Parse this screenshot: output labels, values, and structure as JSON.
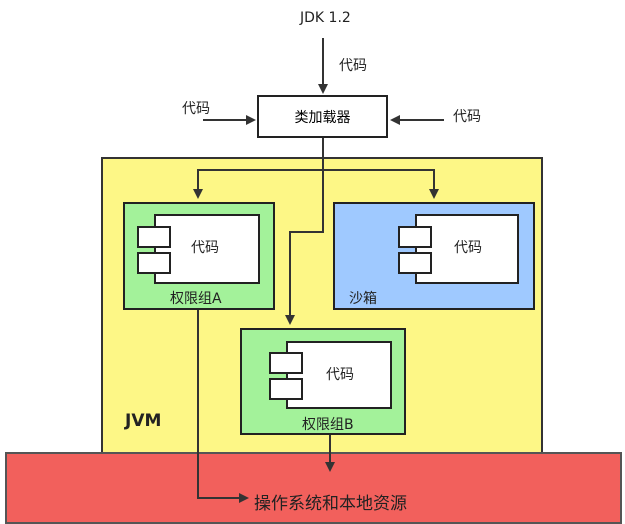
{
  "top_label": "JDK 1.2",
  "code_top": "代码",
  "code_left": "代码",
  "code_right": "代码",
  "class_loader": "类加载器",
  "jvm": "JVM",
  "os": "操作系统和本地资源",
  "group_a": {
    "code": "代码",
    "name": "权限组A"
  },
  "sandbox": {
    "code": "代码",
    "name": "沙箱"
  },
  "group_b": {
    "code": "代码",
    "name": "权限组B"
  },
  "colors": {
    "jvm": "#fdf786",
    "os": "#f2605c",
    "group": "#a3f29a",
    "sandbox": "#9fc9ff"
  }
}
